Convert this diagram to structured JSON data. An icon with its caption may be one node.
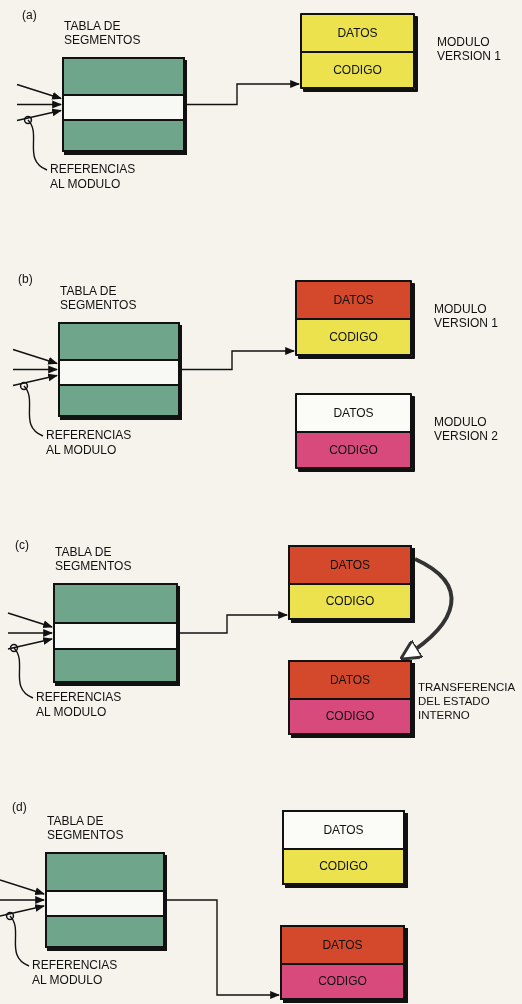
{
  "diagram": {
    "nodes": [
      {
        "text": [
          "TABLA DE SEGMENTOS"
        ]
      },
      {
        "text": [
          "REFERENCIAS AL MODULO"
        ]
      },
      {
        "text": [
          "MODULO VERSION 1"
        ]
      },
      {
        "text": [
          "DATOS"
        ],
        "in": 2
      },
      {
        "text": [
          "CODIGO"
        ],
        "in": 2
      },
      {
        "text": [
          "TABLA DE SEGMENTOS"
        ]
      },
      {
        "text": [
          "REFERENCIAS AL MODULO"
        ]
      },
      {
        "text": [
          "MODULO VERSION 1"
        ]
      },
      {
        "text": [
          "DATOS"
        ],
        "in": 7
      },
      {
        "text": [
          "CODIGO"
        ],
        "in": 7
      },
      {
        "text": [
          "MODULO VERSION 2"
        ]
      },
      {
        "text": [
          "DATOS"
        ],
        "in": 10
      },
      {
        "text": [
          "CODIGO"
        ],
        "in": 10
      },
      {
        "text": [
          "TABLA DE SEGMENTOS"
        ]
      },
      {
        "text": [
          "REFERENCIAS AL MODULO"
        ]
      },
      {
        "text": [],
        "shape": "box"
      },
      {
        "text": [
          "DATOS"
        ],
        "in": 15
      },
      {
        "text": [
          "CODIGO"
        ],
        "in": 15
      },
      {
        "text": [],
        "shape": "box"
      },
      {
        "text": [
          "DATOS"
        ],
        "in": 18
      },
      {
        "text": [
          "CODIGO"
        ],
        "in": 18
      },
      {
        "text": [
          "TABLA DE SEGMENTOS"
        ]
      },
      {
        "text": [
          "REFERENCIAS AL MODULO"
        ]
      },
      {
        "text": [],
        "shape": "box"
      },
      {
        "text": [
          "DATOS"
        ],
        "in": 23
      },
      {
        "text": [
          "CODIGO"
        ],
        "in": 23
      },
      {
        "text": [],
        "shape": "box"
      },
      {
        "text": [
          "DATOS"
        ],
        "in": 26
      },
      {
        "text": [
          "CODIGO"
        ],
        "in": 26
      }
    ],
    "edges": [
      {
        "from": null,
        "to": 0,
        "arrow": "to"
      },
      {
        "from": null,
        "to": 0,
        "arrow": "to"
      },
      {
        "from": null,
        "to": 0,
        "arrow": "to"
      },
      {
        "from": 1,
        "to": null,
        "arrow": "other"
      },
      {
        "from": 0,
        "to": 2,
        "arrow": "to"
      },
      {
        "from": null,
        "to": 5,
        "arrow": "to"
      },
      {
        "from": null,
        "to": 5,
        "arrow": "to"
      },
      {
        "from": null,
        "to": 5,
        "arrow": "to"
      },
      {
        "from": 6,
        "to": null,
        "arrow": "other"
      },
      {
        "from": 5,
        "to": 7,
        "arrow": "to"
      },
      {
        "from": null,
        "to": 13,
        "arrow": "to"
      },
      {
        "from": null,
        "to": 13,
        "arrow": "to"
      },
      {
        "from": null,
        "to": 13,
        "arrow": "to"
      },
      {
        "from": 14,
        "to": null,
        "arrow": "other"
      },
      {
        "from": 13,
        "to": 15,
        "arrow": "to"
      },
      {
        "from": 15,
        "to": 18,
        "arrow": "to",
        "label": "TRANSFERENCIA DEL ESTADO INTERNO",
        "style": "thick"
      },
      {
        "from": null,
        "to": 21,
        "arrow": "to"
      },
      {
        "from": null,
        "to": 21,
        "arrow": "to"
      },
      {
        "from": null,
        "to": 21,
        "arrow": "to"
      },
      {
        "from": 22,
        "to": null,
        "arrow": "other"
      },
      {
        "from": 21,
        "to": 26,
        "arrow": "to"
      }
    ],
    "labels": [
      "(a)",
      "(b)",
      "(c)",
      "(d)"
    ]
  }
}
